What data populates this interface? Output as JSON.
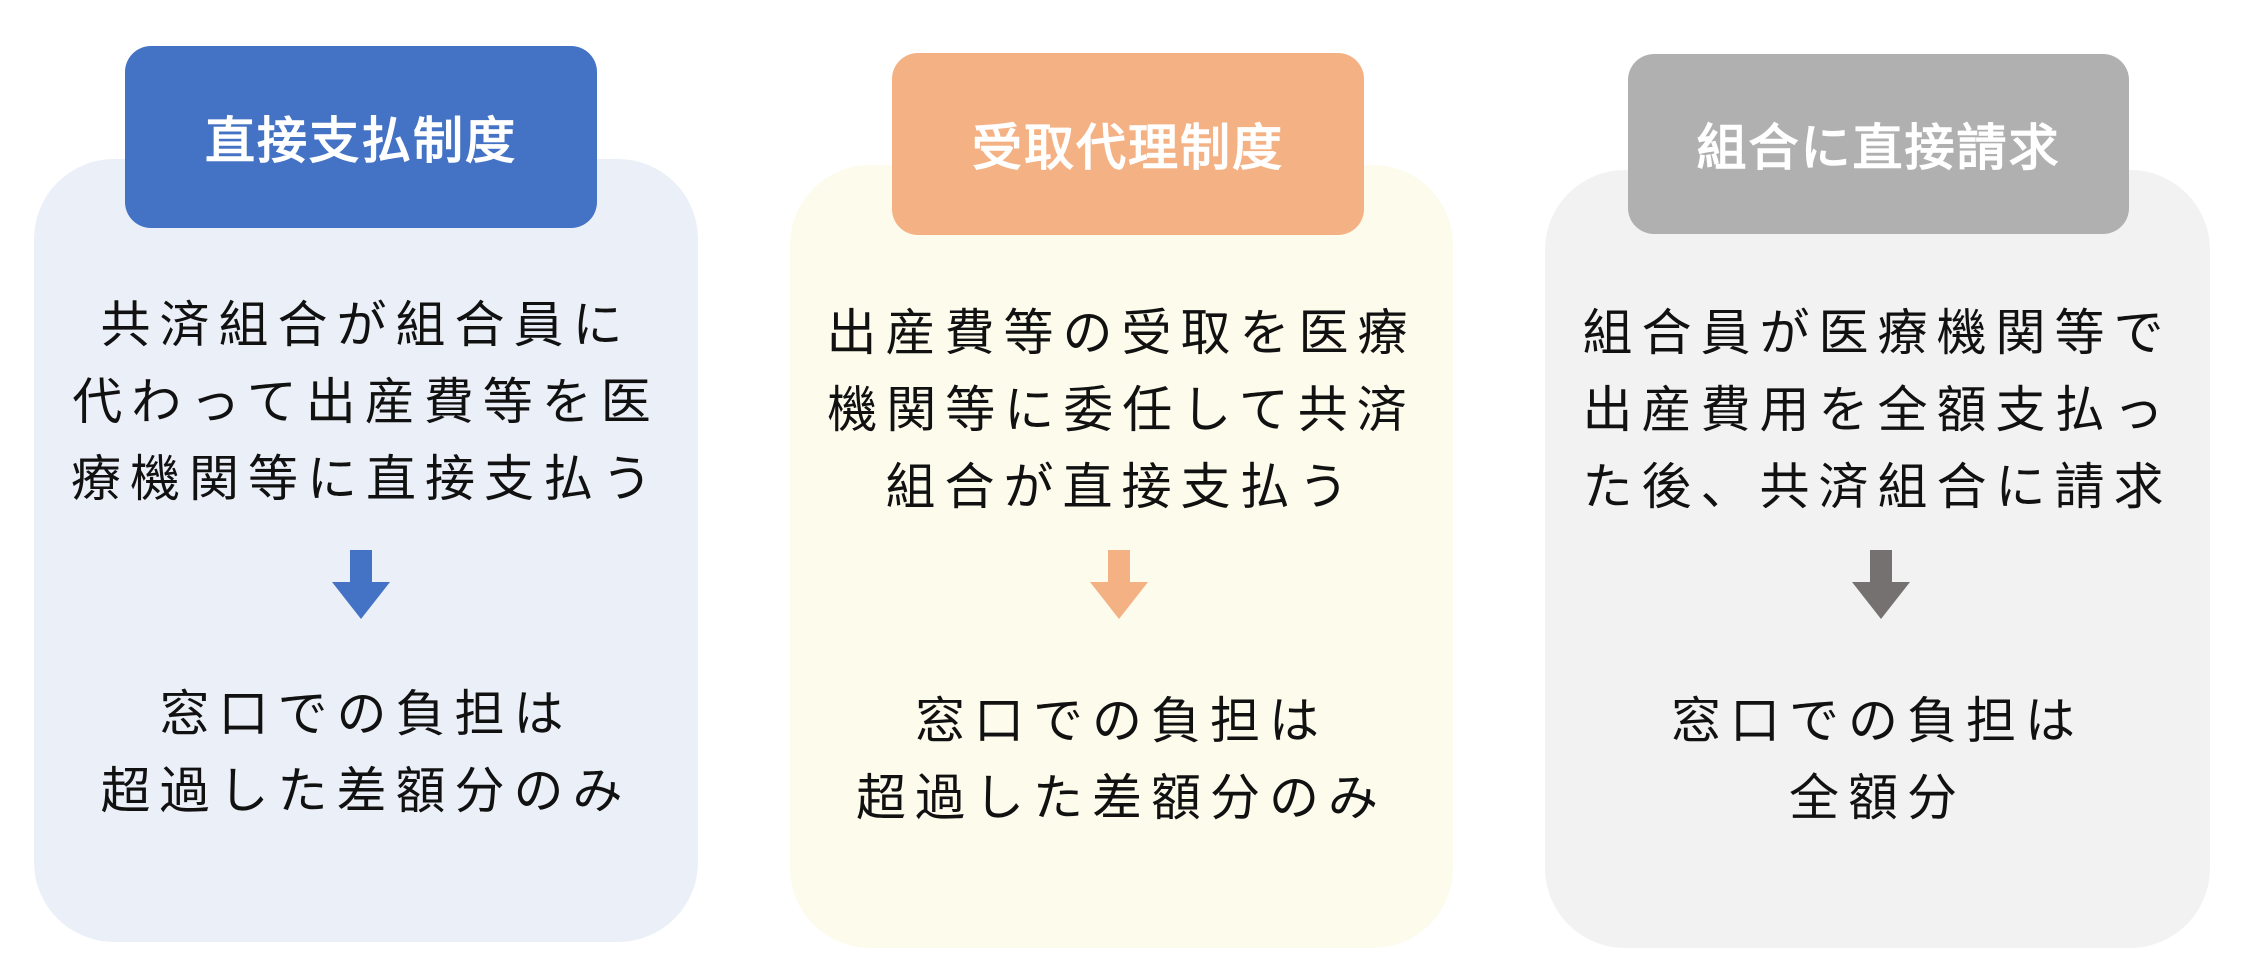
{
  "colors": {
    "direct_header": "#4472c4",
    "direct_bg": "#ebf0f8",
    "proxy_header": "#f4b183",
    "proxy_bg": "#fcfbec",
    "claim_header": "#b0b0b0",
    "claim_bg": "#f2f2f2",
    "claim_arrow": "#767171",
    "text": "#111111"
  },
  "cards": [
    {
      "title": "直接支払制度",
      "description": [
        "共済組合が組合員に",
        "代わって出産費等を医",
        "療機関等に直接支払う"
      ],
      "arrow_icon": "down-arrow",
      "result": [
        "窓口での負担は",
        "超過した差額分のみ"
      ]
    },
    {
      "title": "受取代理制度",
      "description": [
        "出産費等の受取を医療",
        "機関等に委任して共済",
        "組合が直接支払う"
      ],
      "arrow_icon": "down-arrow",
      "result": [
        "窓口での負担は",
        "超過した差額分のみ"
      ]
    },
    {
      "title": "組合に直接請求",
      "description": [
        "組合員が医療機関等で",
        "出産費用を全額支払っ",
        "た後、共済組合に請求"
      ],
      "arrow_icon": "down-arrow",
      "result": [
        "窓口での負担は",
        "全額分"
      ]
    }
  ]
}
